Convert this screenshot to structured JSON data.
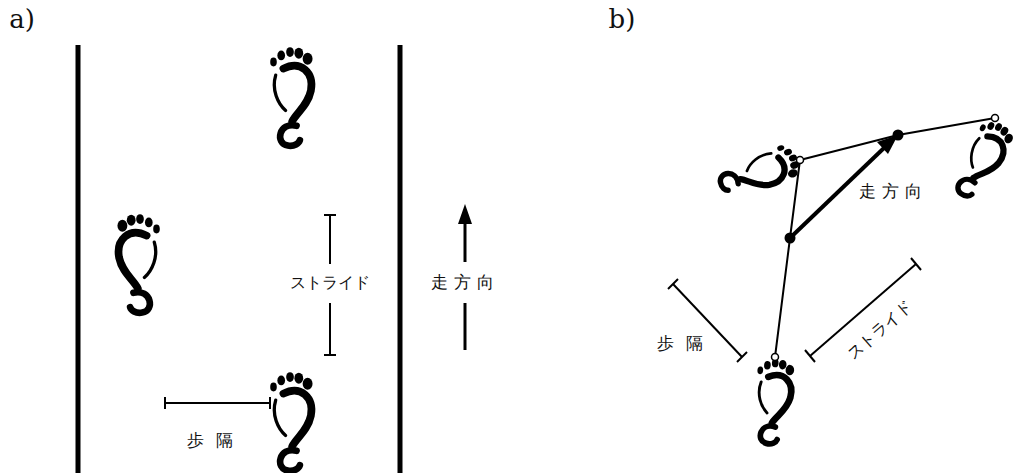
{
  "diagram": {
    "labels": [
      "a)",
      "ストライド",
      "走方向",
      "歩隔",
      "b)",
      "走方向",
      "歩隔",
      "ストライド"
    ]
  }
}
